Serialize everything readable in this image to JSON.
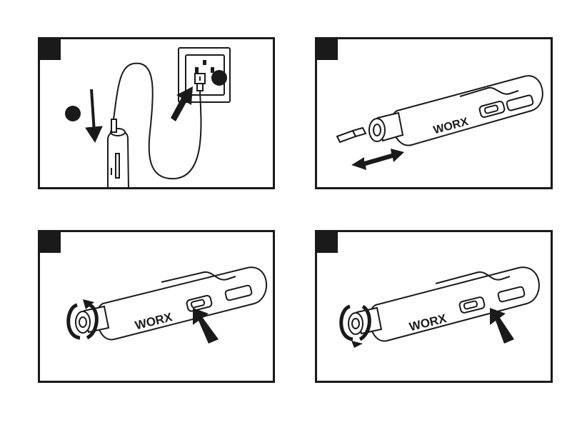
{
  "brand": {
    "label": "WORX"
  },
  "panels": [
    {
      "id": "step-1",
      "brand_visible": false
    },
    {
      "id": "step-2",
      "brand_visible": true
    },
    {
      "id": "step-3",
      "brand_visible": true
    },
    {
      "id": "step-4",
      "brand_visible": true
    }
  ],
  "colors": {
    "ink": "#1a1a1a",
    "paper": "#ffffff",
    "tool_body": "#ffffff"
  },
  "icons": [
    "usb-plug-icon",
    "wall-socket-icon",
    "arrow-icon",
    "rotation-arrow-icon",
    "bit-icon"
  ]
}
